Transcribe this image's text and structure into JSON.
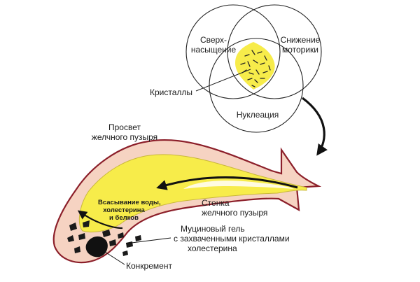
{
  "venn": {
    "supersaturation": [
      "Сверх-",
      "насыщение"
    ],
    "motility": [
      "Снижение",
      "моторики"
    ],
    "nucleation": "Нуклеация",
    "crystals": "Кристаллы"
  },
  "gallbladder": {
    "lumen": [
      "Просвет",
      "желчного пузыря"
    ],
    "absorption": [
      "Всасывание воды,",
      "холестерина",
      "и белков"
    ],
    "wall": [
      "Стенка",
      "желчного пузыря"
    ],
    "mucin_gel": [
      "Муциновый гель",
      "с захваченными кристаллами",
      "холестерина"
    ],
    "stone": "Конкремент"
  },
  "colors": {
    "bile": "#f7ec4a",
    "wall": "#f6d3c2",
    "wall_outline": "#8c1f2a",
    "ink": "#1a1a1a"
  }
}
